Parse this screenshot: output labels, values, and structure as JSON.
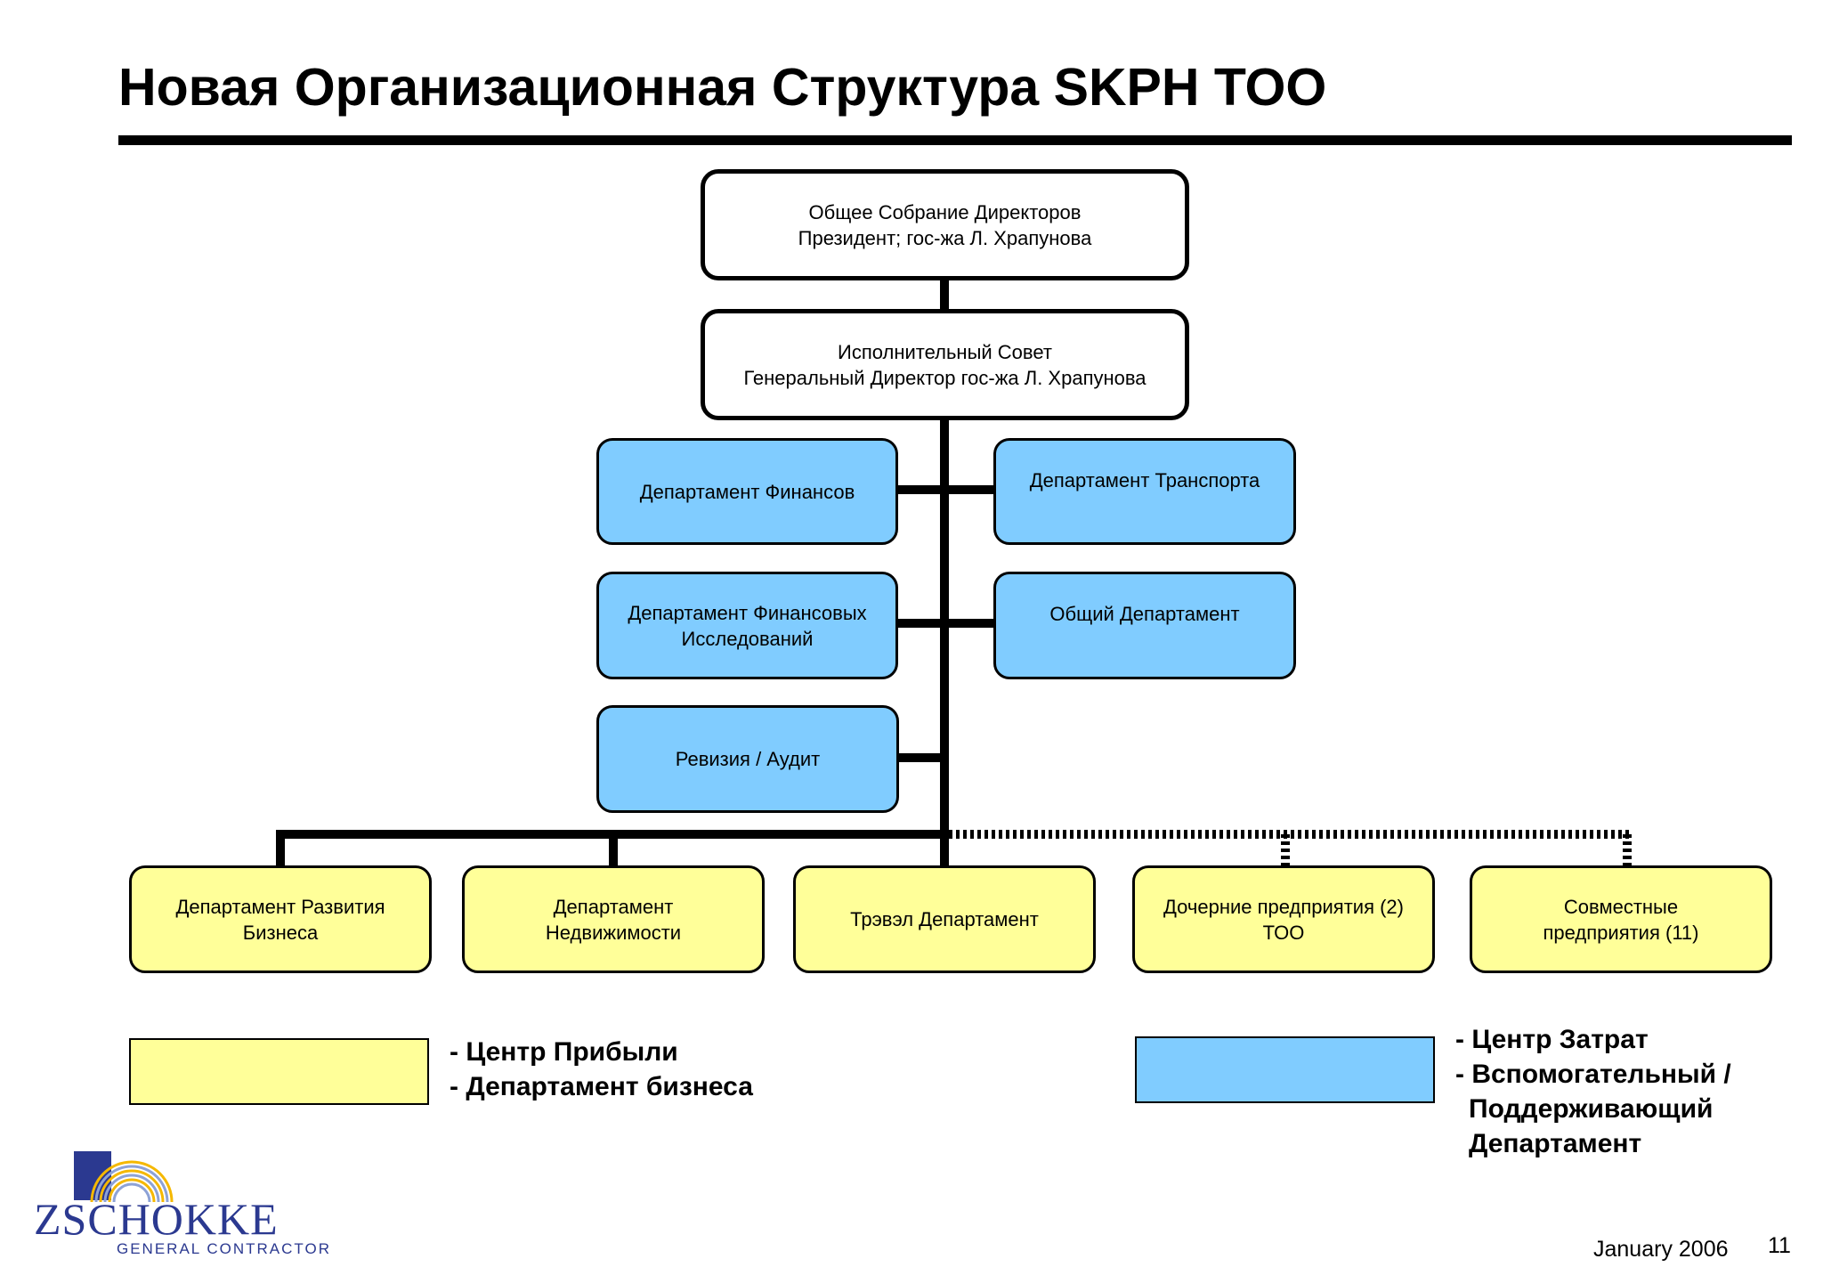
{
  "title": "Новая Организационная Структура SKPH ТОО",
  "colors": {
    "profit_center_fill": "#ffff99",
    "cost_center_fill": "#80ccff",
    "logo_blue": "#2b3990",
    "logo_gold": "#f5b800"
  },
  "chart": {
    "root": {
      "line1": "Общее Собрание Директоров",
      "line2": "Президент; гос-жа Л. Храпунова"
    },
    "executive": {
      "line1": "Исполнительный Совет",
      "line2": "Генеральный Директор гос-жа Л. Храпунова"
    },
    "support_departments": [
      {
        "line1": "Департамент Финансов",
        "line2": ""
      },
      {
        "line1": "Департамент Транспорта",
        "line2": ""
      },
      {
        "line1": "Департамент Финансовых",
        "line2": "Исследований"
      },
      {
        "line1": "Общий Департамент",
        "line2": ""
      },
      {
        "line1": "Ревизия / Аудит",
        "line2": ""
      }
    ],
    "business_departments": [
      {
        "line1": "Департамент Развития",
        "line2": "Бизнеса"
      },
      {
        "line1": "Департамент",
        "line2": "Недвижимости"
      },
      {
        "line1": "Трэвэл Департамент",
        "line2": ""
      },
      {
        "line1": "Дочерние предприятия (2)",
        "line2": "ТОО"
      },
      {
        "line1": "Совместные",
        "line2": "предприятия (11)"
      }
    ]
  },
  "legend": {
    "profit": {
      "line1": "- Центр Прибыли",
      "line2": "- Департамент бизнеса"
    },
    "cost": {
      "line1": "- Центр Затрат",
      "line2": "- Вспомогательный /",
      "line3": "Поддерживающий",
      "line4": "Департамент"
    }
  },
  "logo": {
    "wordmark": "ZSCHOKKE",
    "tagline": "GENERAL CONTRACTOR"
  },
  "footer": {
    "date": "January 2006",
    "page_number": "11"
  }
}
